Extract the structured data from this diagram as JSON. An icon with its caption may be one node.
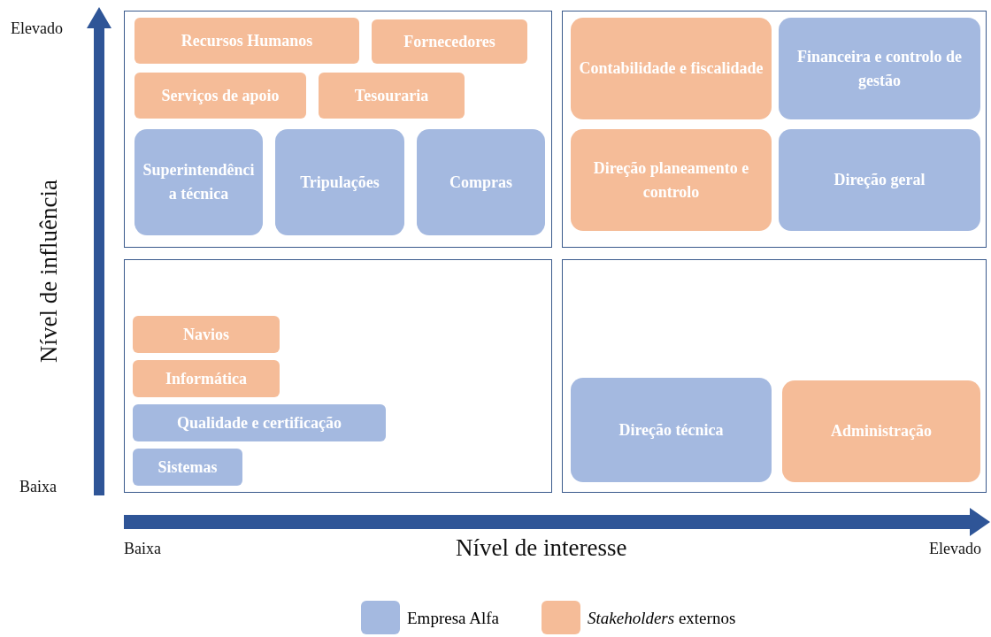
{
  "diagram": {
    "nodes": [
      {
        "text": [
          "Recursos Humanos"
        ]
      },
      {
        "text": [
          "Fornecedores"
        ]
      },
      {
        "text": [
          "Serviços de apoio"
        ]
      },
      {
        "text": [
          "Tesouraria"
        ]
      },
      {
        "text": [
          "Superintendência técnica"
        ]
      },
      {
        "text": [
          "Tripulações"
        ]
      },
      {
        "text": [
          "Compras"
        ]
      },
      {
        "text": [
          "Contabilidade e fiscalidade"
        ]
      },
      {
        "text": [
          "Financeira e controlo de gestão"
        ]
      },
      {
        "text": [
          "Direção planeamento e controlo"
        ]
      },
      {
        "text": [
          "Direção geral"
        ]
      },
      {
        "text": [
          "Navios"
        ]
      },
      {
        "text": [
          "Informática"
        ]
      },
      {
        "text": [
          "Qualidade e certificação"
        ]
      },
      {
        "text": [
          "Sistemas"
        ]
      },
      {
        "text": [
          "Direção técnica"
        ]
      },
      {
        "text": [
          "Administração"
        ]
      }
    ],
    "edges": [],
    "labels": [
      "Elevado",
      "Nível de influência",
      "Baixa",
      "Baixa",
      "Nível de interesse",
      "Elevado"
    ],
    "legend": [
      {
        "text": "Empresa Alfa",
        "color": "#a4b9e0"
      },
      {
        "text": "*Stakeholders* externos",
        "color": "#f5bc98"
      }
    ]
  }
}
